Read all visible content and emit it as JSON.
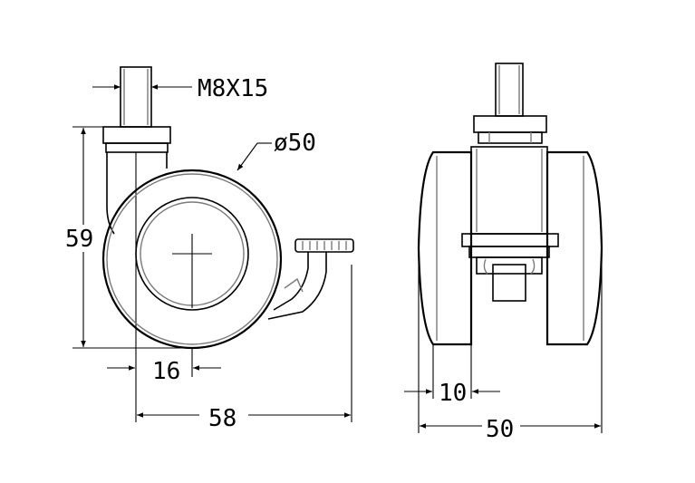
{
  "drawing": {
    "side_view": {
      "thread_label": "M8X15",
      "wheel_diameter_label": "ø50",
      "height_label": "59",
      "offset_label": "16",
      "total_width_label": "58"
    },
    "front_view": {
      "wheel_width_label": "10",
      "total_width_label": "50"
    }
  }
}
